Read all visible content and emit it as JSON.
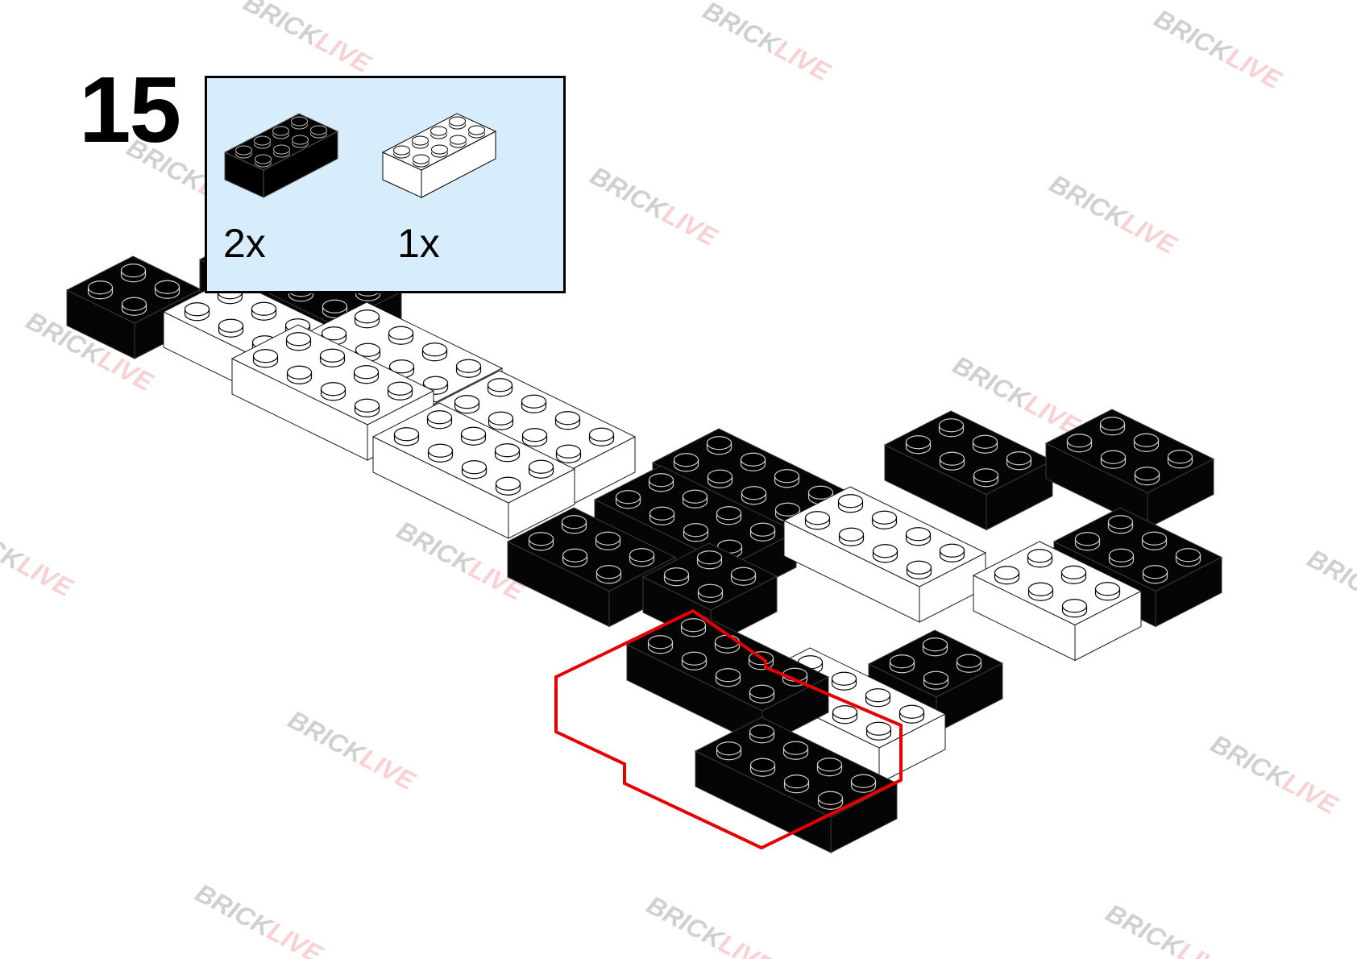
{
  "step": {
    "number": "15"
  },
  "parts": [
    {
      "color": "black",
      "hex": "#000000",
      "size": "2x4",
      "quantity": "2x"
    },
    {
      "color": "white",
      "hex": "#ffffff",
      "size": "2x4",
      "quantity": "1x"
    }
  ],
  "watermark": {
    "brick": "BRICK",
    "live": "LIVE",
    "live_color": "#e30613"
  },
  "highlight": {
    "color": "#e60000"
  }
}
